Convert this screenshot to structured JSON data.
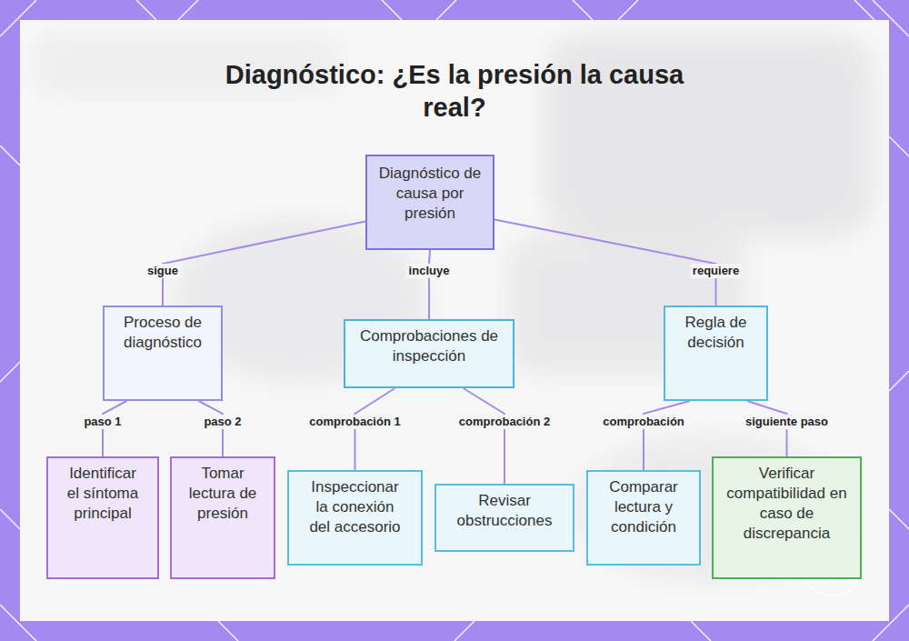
{
  "diagram": {
    "title": "Diagnóstico: ¿Es la presión la causa real?",
    "nodes": [
      {
        "text": [
          "Diagnóstico de causa por presión"
        ]
      },
      {
        "text": [
          "Proceso de diagnóstico"
        ]
      },
      {
        "text": [
          "Comprobaciones de inspección"
        ]
      },
      {
        "text": [
          "Regla de decisión"
        ]
      },
      {
        "text": [
          "Identificar el síntoma principal"
        ]
      },
      {
        "text": [
          "Tomar lectura de presión"
        ]
      },
      {
        "text": [
          "Inspeccionar la conexión del accesorio"
        ]
      },
      {
        "text": [
          "Revisar obstrucciones"
        ]
      },
      {
        "text": [
          "Comparar lectura y condición"
        ]
      },
      {
        "text": [
          "Verificar compatibilidad en caso de discrepancia"
        ]
      }
    ],
    "edges": [
      {
        "from": 0,
        "to": 1,
        "label": "sigue",
        "arrow": "none"
      },
      {
        "from": 0,
        "to": 2,
        "label": "incluye",
        "arrow": "none"
      },
      {
        "from": 0,
        "to": 3,
        "label": "requiere",
        "arrow": "none"
      },
      {
        "from": 1,
        "to": 4,
        "label": "paso 1",
        "arrow": "none"
      },
      {
        "from": 1,
        "to": 5,
        "label": "paso 2",
        "arrow": "none"
      },
      {
        "from": 2,
        "to": 6,
        "label": "comprobación 1",
        "arrow": "none"
      },
      {
        "from": 2,
        "to": 7,
        "label": "comprobación 2",
        "arrow": "none"
      },
      {
        "from": 3,
        "to": 8,
        "label": "comprobación",
        "arrow": "none"
      },
      {
        "from": 3,
        "to": 9,
        "label": "siguiente paso",
        "arrow": "none"
      }
    ]
  }
}
